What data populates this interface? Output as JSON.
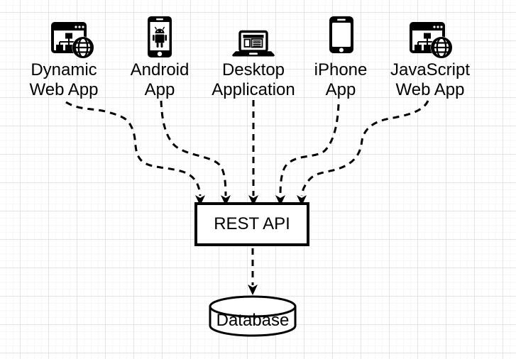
{
  "canvas": {
    "kind": "diagram-grid-canvas"
  },
  "colors": {
    "stroke": "#000000",
    "shape_fill": "#ffffff",
    "text": "#000000",
    "grid_minor": "#f7f7f7",
    "grid_major": "#e3e3e3",
    "background": "#ffffff"
  },
  "nodes": [
    {
      "id": "dynamic-web-app",
      "icon": "browser-sitemap-globe-icon",
      "label_line1": "Dynamic",
      "label_line2": "Web App"
    },
    {
      "id": "android-app",
      "icon": "android-smartphone-icon",
      "label_line1": "Android",
      "label_line2": "App"
    },
    {
      "id": "desktop-application",
      "icon": "laptop-icon",
      "label_line1": "Desktop",
      "label_line2": "Application"
    },
    {
      "id": "iphone-app",
      "icon": "iphone-icon",
      "label_line1": "iPhone",
      "label_line2": "App"
    },
    {
      "id": "javascript-web-app",
      "icon": "browser-sitemap-globe-icon",
      "label_line1": "JavaScript",
      "label_line2": "Web App"
    }
  ],
  "rest_api": {
    "label": "REST API"
  },
  "database": {
    "label": "Database",
    "shape": "cylinder"
  },
  "edges": [
    {
      "from": "dynamic-web-app",
      "to": "rest-api",
      "style": "dashed-arrow"
    },
    {
      "from": "android-app",
      "to": "rest-api",
      "style": "dashed-arrow"
    },
    {
      "from": "desktop-application",
      "to": "rest-api",
      "style": "dashed-arrow"
    },
    {
      "from": "iphone-app",
      "to": "rest-api",
      "style": "dashed-arrow"
    },
    {
      "from": "javascript-web-app",
      "to": "rest-api",
      "style": "dashed-arrow"
    },
    {
      "from": "rest-api",
      "to": "database",
      "style": "dashed-arrow"
    }
  ]
}
